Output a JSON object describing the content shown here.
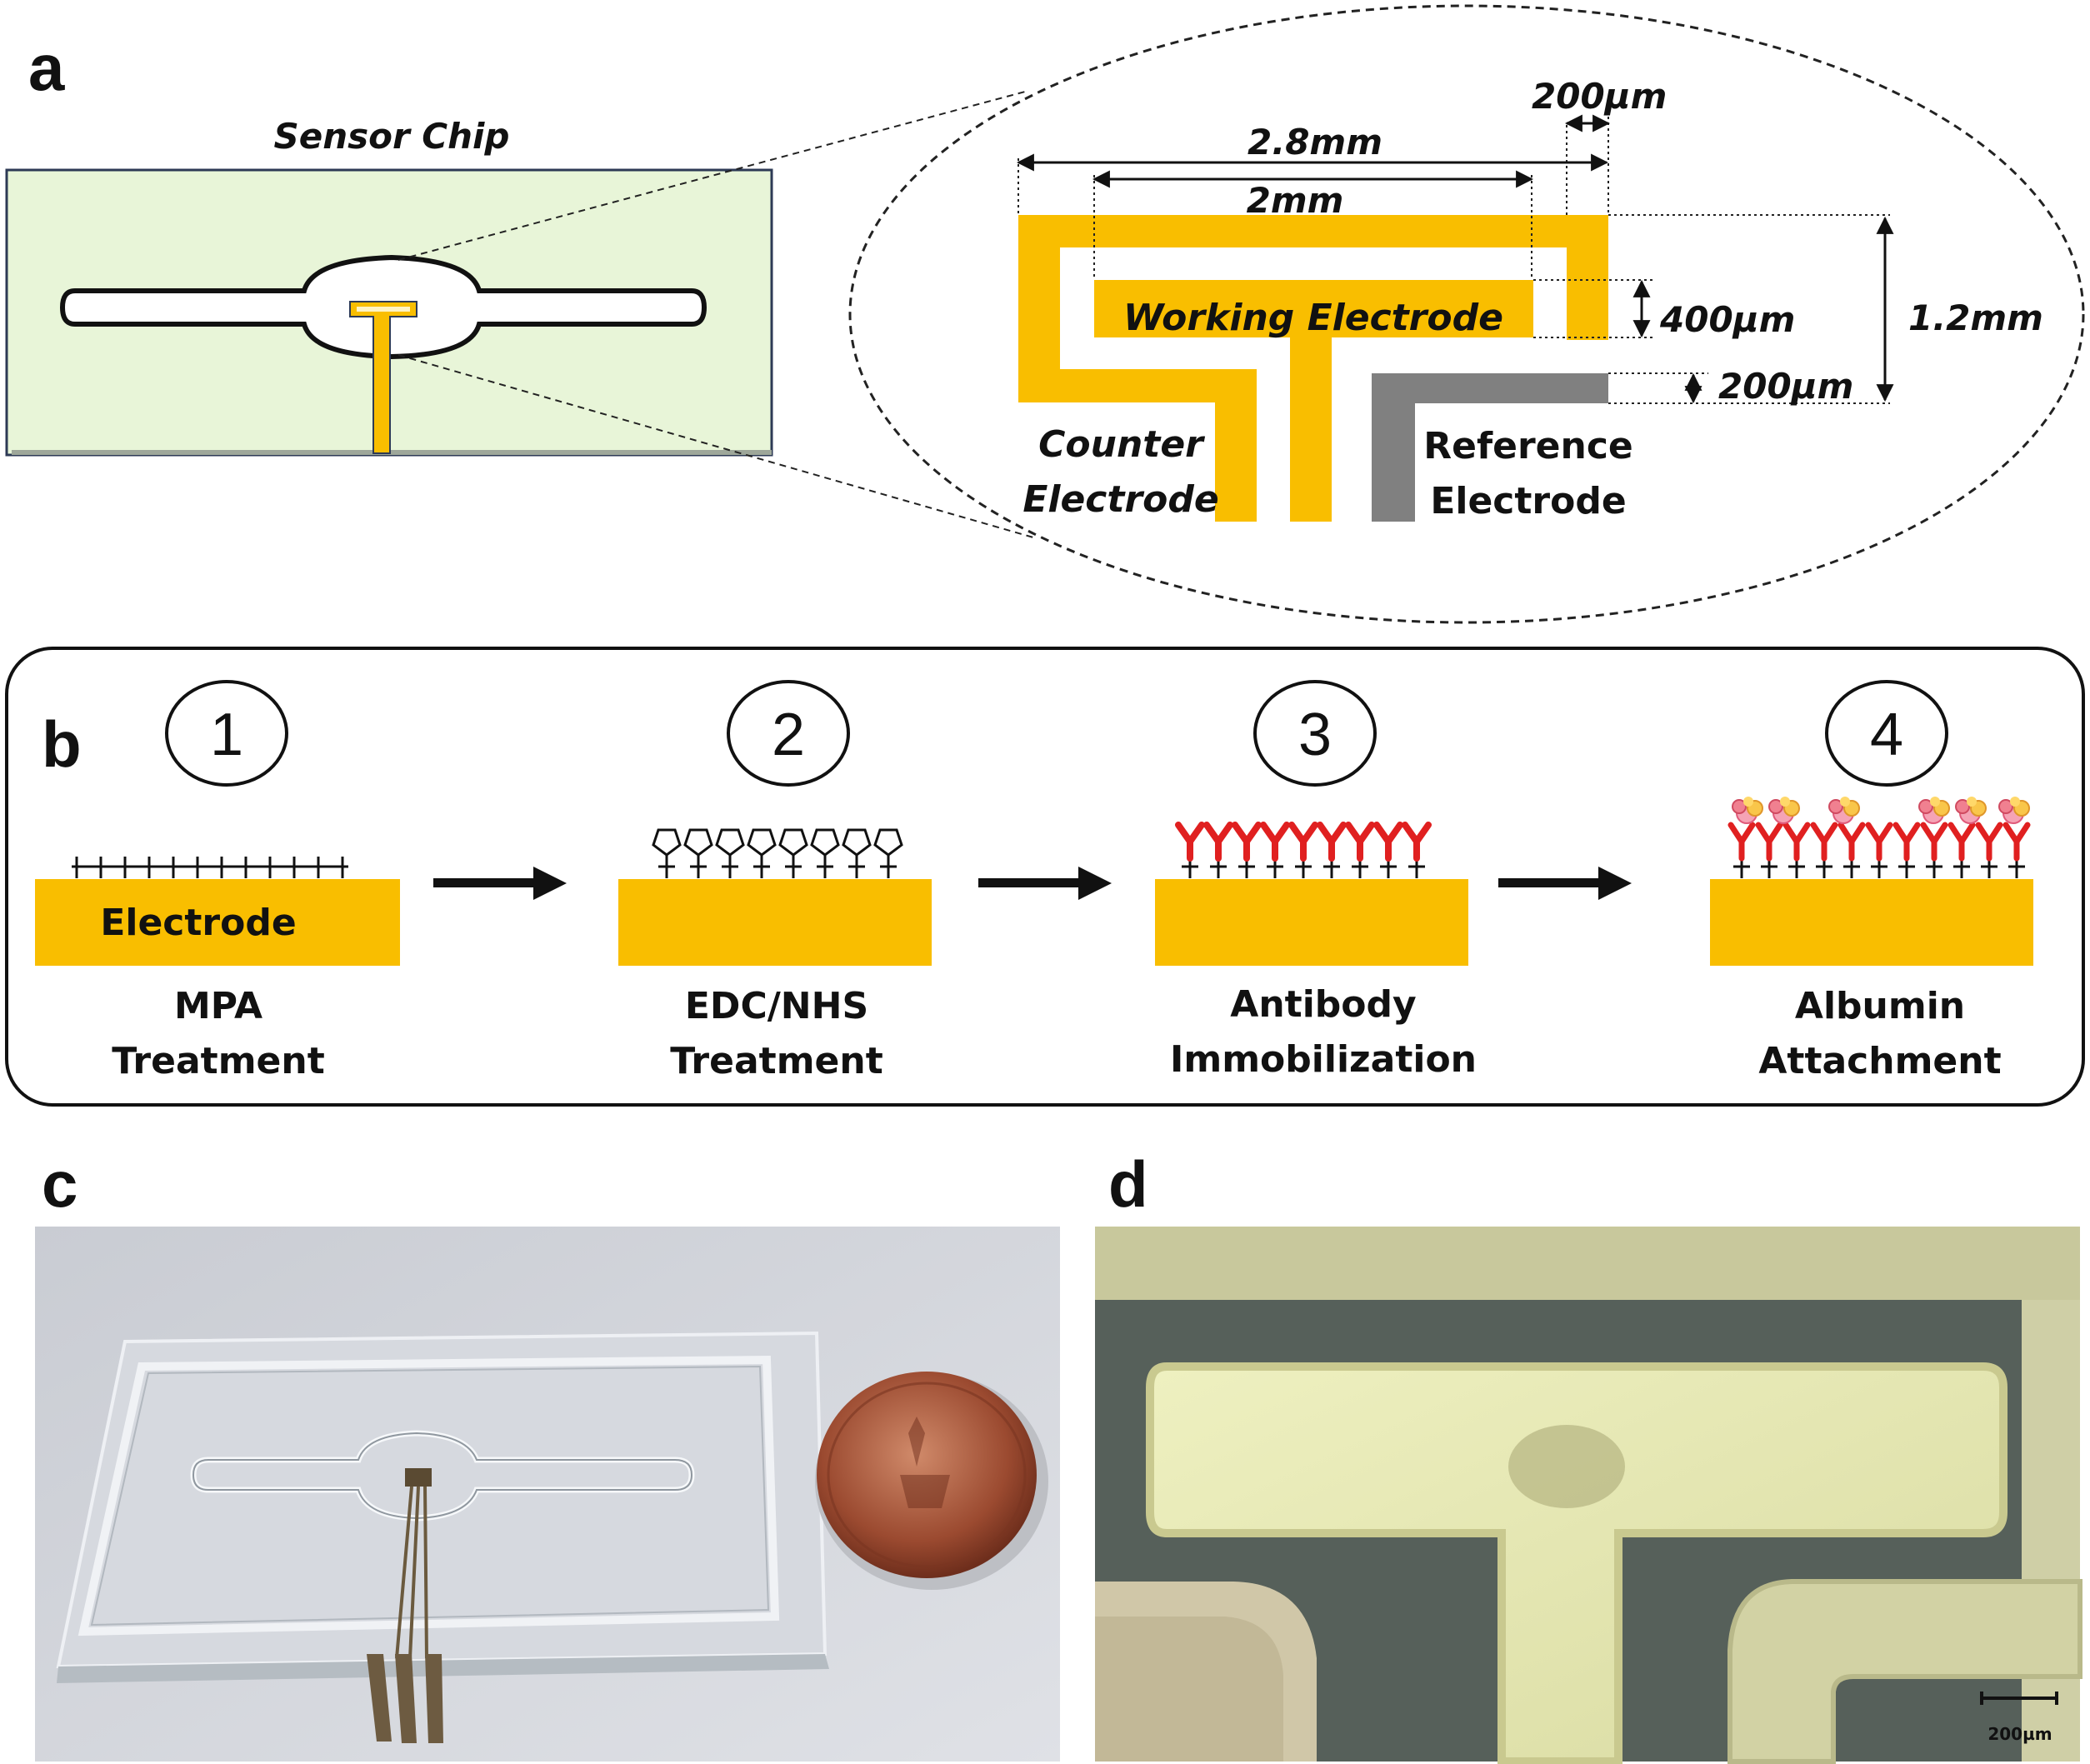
{
  "panels": {
    "a": "a",
    "b": "b",
    "c": "c",
    "d": "d"
  },
  "panel_a": {
    "chip_title": "Sensor Chip",
    "dim_total_width": "2.8mm",
    "dim_working_width": "2mm",
    "dim_gap_top": "200µm",
    "dim_working_height": "400µm",
    "dim_total_height": "1.2mm",
    "dim_reference_thickness": "200µm",
    "working_electrode": "Working Electrode",
    "counter_electrode_line1": "Counter",
    "counter_electrode_line2": "Electrode",
    "reference_electrode_line1": "Reference",
    "reference_electrode_line2": "Electrode"
  },
  "panel_b": {
    "electrode_label": "Electrode",
    "steps": [
      {
        "number": "1",
        "line1": "MPA",
        "line2": "Treatment"
      },
      {
        "number": "2",
        "line1": "EDC/NHS",
        "line2": "Treatment"
      },
      {
        "number": "3",
        "line1": "Antibody",
        "line2": "Immobilization"
      },
      {
        "number": "4",
        "line1": "Albumin",
        "line2": "Attachment"
      }
    ]
  },
  "panel_d": {
    "scale_bar": "200µm"
  },
  "colors": {
    "gold": "#F9BE00",
    "reference_gray": "#808080",
    "chip_green": "#E8F5D8",
    "antibody_red": "#E02020"
  }
}
